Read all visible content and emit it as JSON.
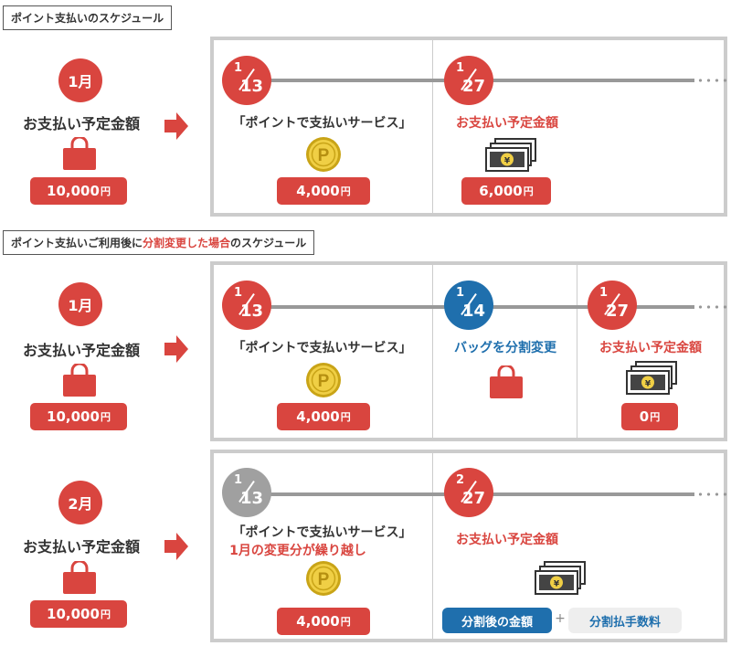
{
  "colors": {
    "accent_red": "#d9453f",
    "accent_blue": "#1f6fad",
    "neutral_gray": "#a0a0a0",
    "panel_border": "#cccccc"
  },
  "section1": {
    "title": "ポイント支払いのスケジュール",
    "month": "1月",
    "label": "お支払い予定金額",
    "amount": "10,000",
    "yen": "円",
    "events": [
      {
        "month": "1",
        "day": "13",
        "caption": "「ポイントで支払いサービス」",
        "amount": "4,000",
        "yen": "円",
        "icon": "gold-point-coin-icon"
      },
      {
        "month": "1",
        "day": "27",
        "caption": "お支払い予定金額",
        "amount": "6,000",
        "yen": "円",
        "icon": "banknotes-icon"
      }
    ]
  },
  "section2": {
    "title_pre": "ポイント支払いご利用後に",
    "title_hl": "分割変更した場合",
    "title_post": "のスケジュール",
    "rows": [
      {
        "month": "1月",
        "label": "お支払い予定金額",
        "amount": "10,000",
        "yen": "円",
        "events": [
          {
            "month": "1",
            "day": "13",
            "caption": "「ポイントで支払いサービス」",
            "amount": "4,000",
            "yen": "円"
          },
          {
            "month": "1",
            "day": "14",
            "caption": "バッグを分割変更"
          },
          {
            "month": "1",
            "day": "27",
            "caption": "お支払い予定金額",
            "amount": "0",
            "yen": "円"
          }
        ]
      },
      {
        "month": "2月",
        "label": "お支払い予定金額",
        "amount": "10,000",
        "yen": "円",
        "events": [
          {
            "month": "1",
            "day": "13",
            "caption": "「ポイントで支払いサービス」",
            "caption2": "1月の変更分が繰り越し",
            "amount": "4,000",
            "yen": "円"
          },
          {
            "month": "2",
            "day": "27",
            "caption": "お支払い予定金額",
            "btn_main": "分割後の金額",
            "plus": "+",
            "btn_fee": "分割払手数料"
          }
        ]
      }
    ]
  }
}
